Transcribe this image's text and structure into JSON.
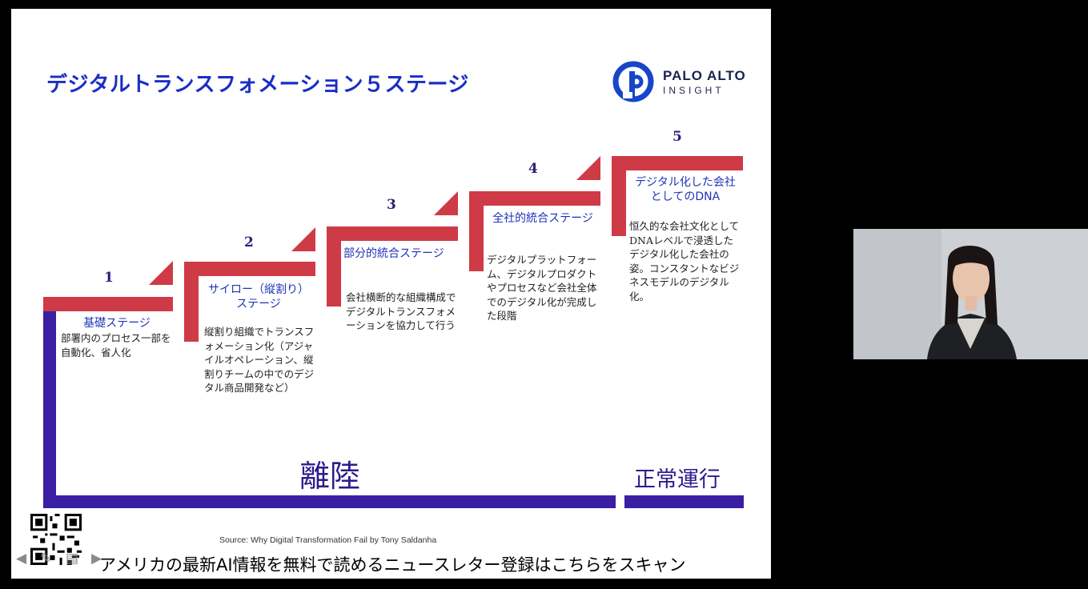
{
  "slide": {
    "title": "デジタルトランスフォメーション５ステージ",
    "logo": {
      "line1": "PALO ALTO",
      "line2": "INSIGHT",
      "icon": "palo-alto-logo-icon"
    },
    "stages": [
      {
        "number": "1",
        "title": "基礎ステージ",
        "desc": "部署内のプロセス一部を自動化、省人化"
      },
      {
        "number": "2",
        "title": "サイロー（縦割り）ステージ",
        "desc": "縦割り組織でトランスフォメーション化（アジャイルオペレーション、縦割りチームの中でのデジタル商品開発など）"
      },
      {
        "number": "3",
        "title": "部分的統合ステージ",
        "desc": "会社横断的な組織構成でデジタルトランスフォメーションを協力して行う"
      },
      {
        "number": "4",
        "title": "全社的統合ステージ",
        "desc": "デジタルプラットフォーム、デジタルプロダクトやプロセスなど会社全体でのデジタル化が完成した段階"
      },
      {
        "number": "5",
        "title": "デジタル化した会社としてのDNA",
        "desc": "恒久的な会社文化としてDNAレベルで浸透したデジタル化した会社の姿。コンスタントなビジネスモデルのデジタル化。"
      }
    ],
    "phase_labels": {
      "takeoff": "離陸",
      "normal": "正常運行"
    },
    "source": "Source: Why Digital Transformation Fail by Tony Saldanha",
    "banner": "アメリカの最新AI情報を無料で読めるニュースレター登録はこちらをスキャン"
  },
  "colors": {
    "title_blue": "#1a2ec4",
    "step_red": "#cf3a47",
    "bar_purple": "#3b1fa2"
  },
  "icons": [
    "qr-code-icon",
    "prev-arrow-icon",
    "pen-icon",
    "menu-icon",
    "next-arrow-icon"
  ]
}
